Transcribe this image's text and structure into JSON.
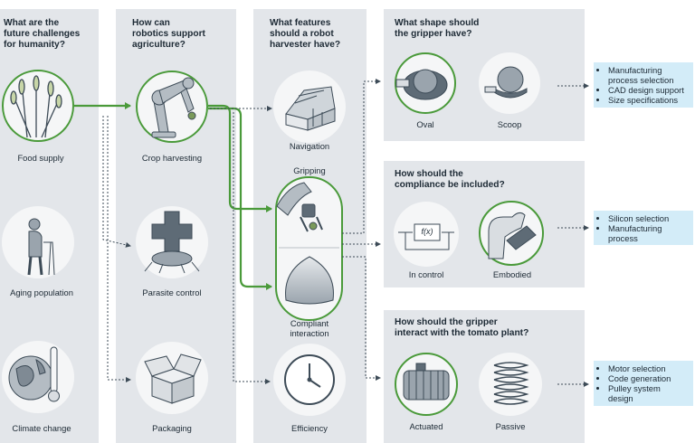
{
  "columns": {
    "c1": {
      "question": "What are the\nfuture challenges\nfor humanity?",
      "items": [
        "Food supply",
        "Aging population",
        "Climate change"
      ]
    },
    "c2": {
      "question": "How can\nrobotics  support\nagriculture?",
      "items": [
        "Crop harvesting",
        "Parasite control",
        "Packaging"
      ]
    },
    "c3": {
      "question": "What features\nshould a robot\nharvester have?",
      "items": [
        "Navigation",
        "Gripping",
        "Compliant\ninteraction",
        "Efficiency"
      ]
    }
  },
  "boxes": [
    {
      "question": "What shape should\nthe gripper have?",
      "options": [
        "Oval",
        "Scoop"
      ],
      "bullets": [
        "Manufacturing\nprocess selection",
        "CAD design support",
        "Size specifications"
      ]
    },
    {
      "question": "How should the\ncompliance be included?",
      "options": [
        "In control",
        "Embodied"
      ],
      "formula": "f(x)",
      "bullets": [
        "Silicon selection",
        "Manufacturing\nprocess"
      ]
    },
    {
      "question": "How should the gripper\ninteract with the tomato plant?",
      "options": [
        "Actuated",
        "Passive"
      ],
      "bullets": [
        "Motor selection",
        "Code generation",
        "Pulley system\ndesign"
      ]
    }
  ],
  "colors": {
    "panel": "#e3e6ea",
    "highlight": "#4a9a3a",
    "bullet_box": "#d3ecf8",
    "icon_bg": "#f5f6f7",
    "ink": "#3d4b57"
  },
  "icons": [
    "wheat-icon",
    "elderly-walker-icon",
    "globe-thermometer-icon",
    "robot-arm-icon",
    "cross-insect-icon",
    "box-icon",
    "greenhouse-icon",
    "gripper-icon",
    "soft-pad-icon",
    "clock-icon",
    "oval-gripper-icon",
    "scoop-gripper-icon",
    "control-loop-icon",
    "soft-arm-icon",
    "pump-icon",
    "spring-icon"
  ]
}
